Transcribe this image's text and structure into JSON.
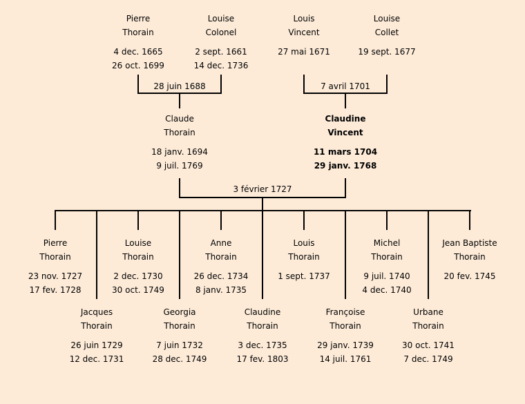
{
  "grandparents": [
    {
      "first": "Pierre",
      "last": "Thorain",
      "birth": "4 dec. 1665",
      "death": "26 oct. 1699"
    },
    {
      "first": "Louise",
      "last": "Colonel",
      "birth": "2 sept. 1661",
      "death": "14 dec. 1736"
    },
    {
      "first": "Louis",
      "last": "Vincent",
      "birth": "27 mai 1671",
      "death": ""
    },
    {
      "first": "Louise",
      "last": "Collet",
      "birth": "19 sept. 1677",
      "death": ""
    }
  ],
  "marriages": {
    "paternal": "28 juin 1688",
    "maternal": "7 avril 1701",
    "parents": "3 février 1727"
  },
  "parents": [
    {
      "first": "Claude",
      "last": "Thorain",
      "birth": "18 janv. 1694",
      "death": "9 juil. 1769"
    },
    {
      "first": "Claudine",
      "last": "Vincent",
      "birth": "11 mars 1704",
      "death": "29 janv. 1768"
    }
  ],
  "children": [
    {
      "first": "Pierre",
      "last": "Thorain",
      "birth": "23 nov. 1727",
      "death": "17 fev. 1728"
    },
    {
      "first": "Jacques",
      "last": "Thorain",
      "birth": "26 juin 1729",
      "death": "12 dec. 1731"
    },
    {
      "first": "Louise",
      "last": "Thorain",
      "birth": "2 dec. 1730",
      "death": "30 oct. 1749"
    },
    {
      "first": "Georgia",
      "last": "Thorain",
      "birth": "7 juin 1732",
      "death": "28 dec. 1749"
    },
    {
      "first": "Anne",
      "last": "Thorain",
      "birth": "26 dec. 1734",
      "death": "8 janv. 1735"
    },
    {
      "first": "Claudine",
      "last": "Thorain",
      "birth": "3 dec. 1735",
      "death": "17 fev. 1803"
    },
    {
      "first": "Louis",
      "last": "Thorain",
      "birth": "1 sept. 1737",
      "death": ""
    },
    {
      "first": "Françoise",
      "last": "Thorain",
      "birth": "29 janv. 1739",
      "death": "14 juil. 1761"
    },
    {
      "first": "Michel",
      "last": "Thorain",
      "birth": "9 juil. 1740",
      "death": "4 dec. 1740"
    },
    {
      "first": "Urbane",
      "last": "Thorain",
      "birth": "30 oct. 1741",
      "death": "7 dec. 1749"
    },
    {
      "first": "Jean Baptiste",
      "last": "Thorain",
      "birth": "20 fev. 1745",
      "death": ""
    }
  ]
}
